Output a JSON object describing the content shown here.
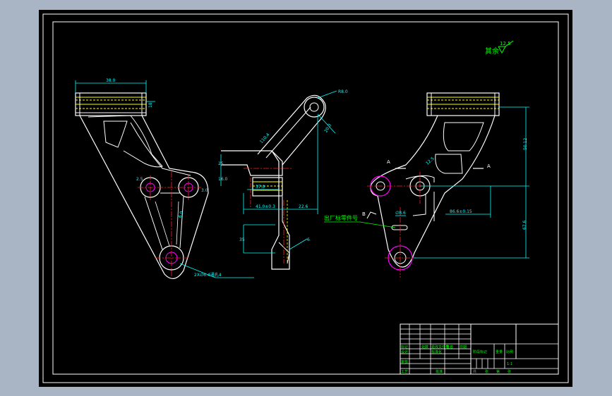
{
  "roughness": {
    "prefix": "其余",
    "value": "12.5"
  },
  "annotations": {
    "factory_mark": "出厂标零件号",
    "section_mark_a_left": "A",
    "section_mark_a_right": "A",
    "section_mark_b": "B",
    "weld_symbol": "6"
  },
  "dimensions": {
    "front_top_width": "38.0",
    "front_flange": "18",
    "front_hole_note": "2X∅6.4通孔4",
    "front_angle": "6.0",
    "front_offset": "3.0",
    "front_tiny": "2.5",
    "side_top_radius": "R8.0",
    "side_slot": "20.3",
    "side_arm": "110.4",
    "side_h1": "25",
    "side_h2": "16.0",
    "side_inner": "37.0",
    "side_bottom": "41.0±0.3",
    "side_right": "22.6",
    "side_lower": "35",
    "side_weld": "6",
    "rear_height_top": "50.12",
    "rear_height_bottom": "67.6",
    "rear_width": "86.6±0.15",
    "rear_small": "12.5",
    "rear_center": "∅8.6"
  },
  "title_block": {
    "designer_label": "设计",
    "check_label": "审核",
    "process_label": "工艺",
    "standard_label": "标准化",
    "approve_label": "批准",
    "stage_label": "阶段标记",
    "weight_label": "重量",
    "scale_label": "比例",
    "scale_value": "1:1",
    "sheet_label": "共",
    "sheet_of": "张",
    "sheet_no": "第",
    "sheet_no_of": "张",
    "change_label": "标记",
    "zone_label": "处数",
    "doc_label": "更改文件号",
    "sign_label": "签名",
    "date_label": "日期"
  },
  "colors": {
    "line": "#ffffff",
    "dimension": "#00ffff",
    "center": "#ff2020",
    "hidden": "#ffff00",
    "hole_circle": "#ff00ff",
    "label": "#00ff00"
  }
}
